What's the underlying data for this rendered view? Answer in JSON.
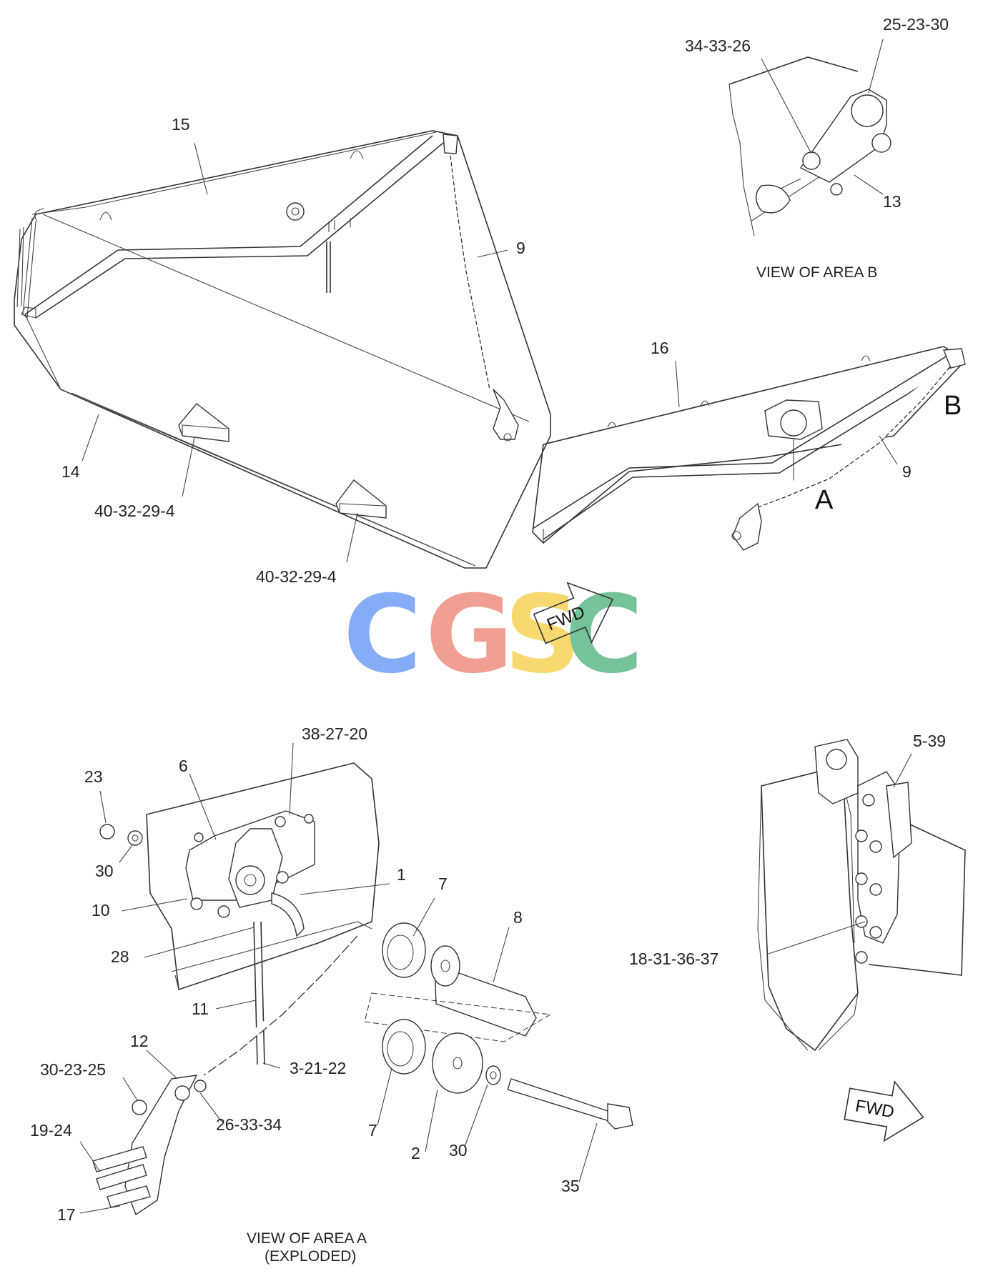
{
  "watermark": {
    "text": "CGSC",
    "letters": [
      "C",
      "G",
      "S",
      "C"
    ],
    "colors": [
      "#7fa8f6",
      "#f29a8e",
      "#f8d868",
      "#6fbf94"
    ]
  },
  "area_b_caption": "VIEW OF AREA  B",
  "area_a_caption_line1": "VIEW OF AREA  A",
  "area_a_caption_line2": "(EXPLODED)",
  "fwd_label": "FWD",
  "area_marker_a": "A",
  "area_marker_b": "B",
  "callouts": {
    "c15": "15",
    "c9a": "9",
    "c16": "16",
    "c9b": "9",
    "c14": "14",
    "c40a": "40-32-29-4",
    "c40b": "40-32-29-4",
    "c34b": "34-33-26",
    "c25b": "25-23-30",
    "c13": "13",
    "c38": "38-27-20",
    "c6": "6",
    "c23": "23",
    "c30a": "30",
    "c10": "10",
    "c1": "1",
    "c7a": "7",
    "c8": "8",
    "c28": "28",
    "c11": "11",
    "c12": "12",
    "c3": "3-21-22",
    "c30b": "30-23-25",
    "c26": "26-33-34",
    "c19": "19-24",
    "c17": "17",
    "c7b": "7",
    "c2": "2",
    "c30c": "30",
    "c35": "35",
    "c5": "5-39",
    "c18": "18-31-36-37"
  }
}
